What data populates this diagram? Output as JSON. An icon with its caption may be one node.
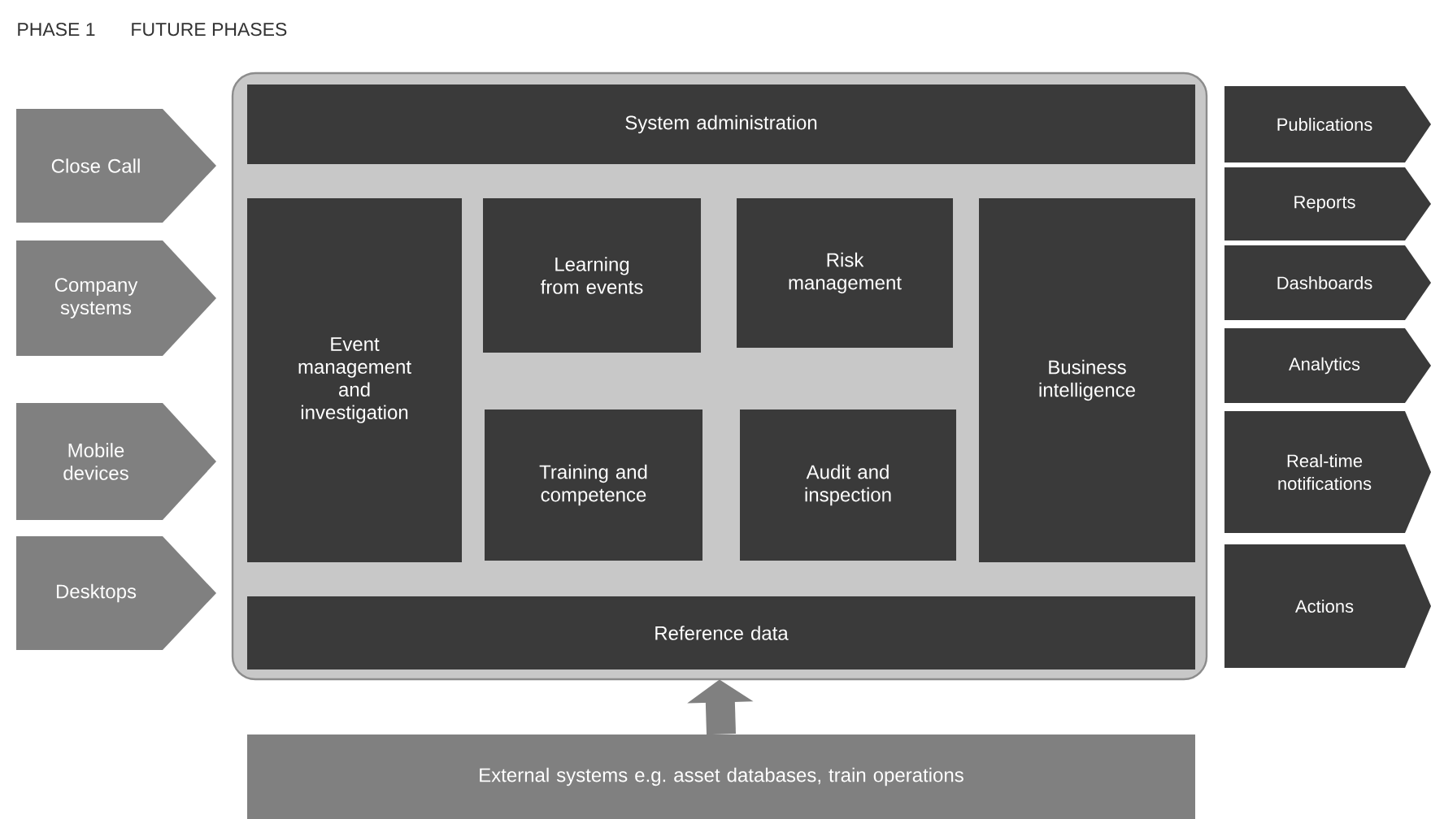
{
  "diagram": {
    "nodes": [
      {
        "text": [],
        "shape": "box"
      },
      {
        "text": [
          "System administration"
        ],
        "in": 0
      },
      {
        "text": [
          "Event management and investigation"
        ],
        "in": 0
      },
      {
        "text": [
          "Learning from events"
        ],
        "in": 0
      },
      {
        "text": [
          "Risk management"
        ],
        "in": 0
      },
      {
        "text": [
          "Business intelligence"
        ],
        "in": 0
      },
      {
        "text": [
          "Training and competence"
        ],
        "in": 0
      },
      {
        "text": [
          "Audit and inspection"
        ],
        "in": 0
      },
      {
        "text": [
          "Reference data"
        ],
        "in": 0
      },
      {
        "text": [
          "Close Call"
        ]
      },
      {
        "text": [
          "Company systems"
        ]
      },
      {
        "text": [
          "Mobile devices"
        ]
      },
      {
        "text": [
          "Desktops"
        ]
      },
      {
        "text": [
          "Publications"
        ]
      },
      {
        "text": [
          "Reports"
        ]
      },
      {
        "text": [
          "Dashboards"
        ]
      },
      {
        "text": [
          "Analytics"
        ]
      },
      {
        "text": [
          "Real-time notifications"
        ]
      },
      {
        "text": [
          "Actions"
        ]
      },
      {
        "text": [
          "External systems e.g. asset databases, train operations"
        ]
      }
    ],
    "edges": [
      {
        "from": 19,
        "to": 0,
        "arrow": "to"
      }
    ],
    "labels": [
      "PHASE 1",
      "FUTURE PHASES"
    ]
  }
}
